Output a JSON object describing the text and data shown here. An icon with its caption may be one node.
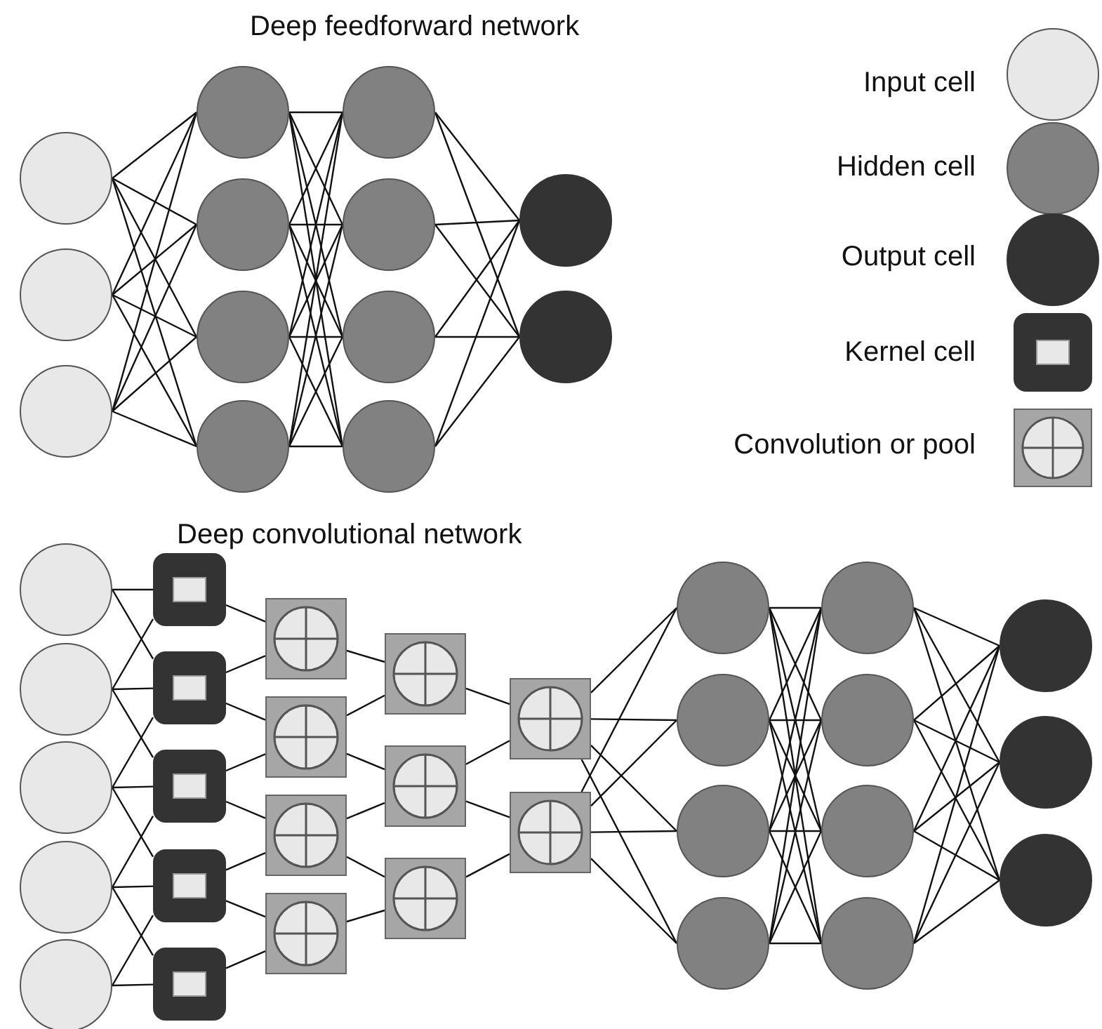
{
  "diagram": {
    "nodes": [
      {
        "text": [],
        "shape": "circle"
      },
      {
        "text": [],
        "shape": "circle"
      },
      {
        "text": [],
        "shape": "circle"
      },
      {
        "text": [],
        "shape": "circle"
      },
      {
        "text": [],
        "shape": "circle"
      },
      {
        "text": [],
        "shape": "circle"
      },
      {
        "text": [],
        "shape": "circle"
      },
      {
        "text": [],
        "shape": "circle"
      },
      {
        "text": [],
        "shape": "circle"
      },
      {
        "text": [],
        "shape": "circle"
      },
      {
        "text": [],
        "shape": "circle"
      },
      {
        "text": [],
        "shape": "circle"
      },
      {
        "text": [],
        "shape": "circle"
      },
      {
        "text": [],
        "shape": "circle"
      },
      {
        "text": [],
        "shape": "circle"
      },
      {
        "text": [],
        "shape": "circle"
      },
      {
        "text": [],
        "shape": "circle"
      },
      {
        "text": [],
        "shape": "circle"
      },
      {
        "text": [],
        "shape": "box"
      },
      {
        "text": [],
        "shape": "box"
      },
      {
        "text": [],
        "shape": "box"
      },
      {
        "text": [],
        "shape": "box"
      },
      {
        "text": [],
        "shape": "box"
      },
      {
        "text": [],
        "shape": "box"
      },
      {
        "text": [],
        "shape": "box"
      },
      {
        "text": [],
        "shape": "box"
      },
      {
        "text": [],
        "shape": "box"
      },
      {
        "text": [],
        "shape": "box"
      },
      {
        "text": [],
        "shape": "box"
      },
      {
        "text": [],
        "shape": "box"
      },
      {
        "text": [],
        "shape": "box"
      },
      {
        "text": [],
        "shape": "box"
      },
      {
        "text": [],
        "shape": "circle"
      },
      {
        "text": [],
        "shape": "circle"
      },
      {
        "text": [],
        "shape": "circle"
      },
      {
        "text": [],
        "shape": "circle"
      },
      {
        "text": [],
        "shape": "circle"
      },
      {
        "text": [],
        "shape": "circle"
      },
      {
        "text": [],
        "shape": "circle"
      },
      {
        "text": [],
        "shape": "circle"
      },
      {
        "text": [],
        "shape": "circle"
      },
      {
        "text": [],
        "shape": "circle"
      },
      {
        "text": [],
        "shape": "circle"
      }
    ],
    "edges": [
      {
        "from": 0,
        "to": 3,
        "arrow": "none"
      },
      {
        "from": 0,
        "to": 4,
        "arrow": "none"
      },
      {
        "from": 0,
        "to": 5,
        "arrow": "none"
      },
      {
        "from": 0,
        "to": 6,
        "arrow": "none"
      },
      {
        "from": 1,
        "to": 3,
        "arrow": "none"
      },
      {
        "from": 1,
        "to": 4,
        "arrow": "none"
      },
      {
        "from": 1,
        "to": 5,
        "arrow": "none"
      },
      {
        "from": 1,
        "to": 6,
        "arrow": "none"
      },
      {
        "from": 2,
        "to": 3,
        "arrow": "none"
      },
      {
        "from": 2,
        "to": 4,
        "arrow": "none"
      },
      {
        "from": 2,
        "to": 5,
        "arrow": "none"
      },
      {
        "from": 2,
        "to": 6,
        "arrow": "none"
      },
      {
        "from": 3,
        "to": 7,
        "arrow": "none"
      },
      {
        "from": 3,
        "to": 8,
        "arrow": "none"
      },
      {
        "from": 3,
        "to": 9,
        "arrow": "none"
      },
      {
        "from": 3,
        "to": 10,
        "arrow": "none"
      },
      {
        "from": 4,
        "to": 7,
        "arrow": "none"
      },
      {
        "from": 4,
        "to": 8,
        "arrow": "none"
      },
      {
        "from": 4,
        "to": 9,
        "arrow": "none"
      },
      {
        "from": 4,
        "to": 10,
        "arrow": "none"
      },
      {
        "from": 5,
        "to": 7,
        "arrow": "none"
      },
      {
        "from": 5,
        "to": 8,
        "arrow": "none"
      },
      {
        "from": 5,
        "to": 9,
        "arrow": "none"
      },
      {
        "from": 5,
        "to": 10,
        "arrow": "none"
      },
      {
        "from": 6,
        "to": 7,
        "arrow": "none"
      },
      {
        "from": 6,
        "to": 8,
        "arrow": "none"
      },
      {
        "from": 6,
        "to": 9,
        "arrow": "none"
      },
      {
        "from": 6,
        "to": 10,
        "arrow": "none"
      },
      {
        "from": 7,
        "to": 11,
        "arrow": "none"
      },
      {
        "from": 7,
        "to": 12,
        "arrow": "none"
      },
      {
        "from": 8,
        "to": 11,
        "arrow": "none"
      },
      {
        "from": 8,
        "to": 12,
        "arrow": "none"
      },
      {
        "from": 9,
        "to": 11,
        "arrow": "none"
      },
      {
        "from": 9,
        "to": 12,
        "arrow": "none"
      },
      {
        "from": 10,
        "to": 11,
        "arrow": "none"
      },
      {
        "from": 10,
        "to": 12,
        "arrow": "none"
      },
      {
        "from": 13,
        "to": 18,
        "arrow": "none"
      },
      {
        "from": 13,
        "to": 19,
        "arrow": "none"
      },
      {
        "from": 14,
        "to": 18,
        "arrow": "none"
      },
      {
        "from": 14,
        "to": 19,
        "arrow": "none"
      },
      {
        "from": 14,
        "to": 20,
        "arrow": "none"
      },
      {
        "from": 15,
        "to": 19,
        "arrow": "none"
      },
      {
        "from": 15,
        "to": 20,
        "arrow": "none"
      },
      {
        "from": 15,
        "to": 21,
        "arrow": "none"
      },
      {
        "from": 16,
        "to": 20,
        "arrow": "none"
      },
      {
        "from": 16,
        "to": 21,
        "arrow": "none"
      },
      {
        "from": 16,
        "to": 22,
        "arrow": "none"
      },
      {
        "from": 17,
        "to": 21,
        "arrow": "none"
      },
      {
        "from": 17,
        "to": 22,
        "arrow": "none"
      },
      {
        "from": 18,
        "to": 23,
        "arrow": "none"
      },
      {
        "from": 19,
        "to": 23,
        "arrow": "none"
      },
      {
        "from": 19,
        "to": 24,
        "arrow": "none"
      },
      {
        "from": 20,
        "to": 24,
        "arrow": "none"
      },
      {
        "from": 20,
        "to": 25,
        "arrow": "none"
      },
      {
        "from": 21,
        "to": 25,
        "arrow": "none"
      },
      {
        "from": 21,
        "to": 26,
        "arrow": "none"
      },
      {
        "from": 22,
        "to": 26,
        "arrow": "none"
      },
      {
        "from": 23,
        "to": 27,
        "arrow": "none"
      },
      {
        "from": 24,
        "to": 27,
        "arrow": "none"
      },
      {
        "from": 24,
        "to": 28,
        "arrow": "none"
      },
      {
        "from": 25,
        "to": 28,
        "arrow": "none"
      },
      {
        "from": 25,
        "to": 29,
        "arrow": "none"
      },
      {
        "from": 26,
        "to": 29,
        "arrow": "none"
      },
      {
        "from": 27,
        "to": 30,
        "arrow": "none"
      },
      {
        "from": 28,
        "to": 30,
        "arrow": "none"
      },
      {
        "from": 28,
        "to": 31,
        "arrow": "none"
      },
      {
        "from": 29,
        "to": 31,
        "arrow": "none"
      },
      {
        "from": 30,
        "to": 32,
        "arrow": "none"
      },
      {
        "from": 30,
        "to": 33,
        "arrow": "none"
      },
      {
        "from": 30,
        "to": 34,
        "arrow": "none"
      },
      {
        "from": 30,
        "to": 35,
        "arrow": "none"
      },
      {
        "from": 31,
        "to": 32,
        "arrow": "none"
      },
      {
        "from": 31,
        "to": 33,
        "arrow": "none"
      },
      {
        "from": 31,
        "to": 34,
        "arrow": "none"
      },
      {
        "from": 31,
        "to": 35,
        "arrow": "none"
      },
      {
        "from": 32,
        "to": 36,
        "arrow": "none"
      },
      {
        "from": 32,
        "to": 37,
        "arrow": "none"
      },
      {
        "from": 32,
        "to": 38,
        "arrow": "none"
      },
      {
        "from": 32,
        "to": 39,
        "arrow": "none"
      },
      {
        "from": 33,
        "to": 36,
        "arrow": "none"
      },
      {
        "from": 33,
        "to": 37,
        "arrow": "none"
      },
      {
        "from": 33,
        "to": 38,
        "arrow": "none"
      },
      {
        "from": 33,
        "to": 39,
        "arrow": "none"
      },
      {
        "from": 34,
        "to": 36,
        "arrow": "none"
      },
      {
        "from": 34,
        "to": 37,
        "arrow": "none"
      },
      {
        "from": 34,
        "to": 38,
        "arrow": "none"
      },
      {
        "from": 34,
        "to": 39,
        "arrow": "none"
      },
      {
        "from": 35,
        "to": 36,
        "arrow": "none"
      },
      {
        "from": 35,
        "to": 37,
        "arrow": "none"
      },
      {
        "from": 35,
        "to": 38,
        "arrow": "none"
      },
      {
        "from": 35,
        "to": 39,
        "arrow": "none"
      },
      {
        "from": 36,
        "to": 40,
        "arrow": "none"
      },
      {
        "from": 36,
        "to": 41,
        "arrow": "none"
      },
      {
        "from": 36,
        "to": 42,
        "arrow": "none"
      },
      {
        "from": 37,
        "to": 40,
        "arrow": "none"
      },
      {
        "from": 37,
        "to": 41,
        "arrow": "none"
      },
      {
        "from": 37,
        "to": 42,
        "arrow": "none"
      },
      {
        "from": 38,
        "to": 40,
        "arrow": "none"
      },
      {
        "from": 38,
        "to": 41,
        "arrow": "none"
      },
      {
        "from": 38,
        "to": 42,
        "arrow": "none"
      },
      {
        "from": 39,
        "to": 40,
        "arrow": "none"
      },
      {
        "from": 39,
        "to": 41,
        "arrow": "none"
      },
      {
        "from": 39,
        "to": 42,
        "arrow": "none"
      }
    ],
    "labels": [
      "Deep feedforward network",
      "Deep convolutional network"
    ],
    "legend": [
      {
        "text": "Input cell"
      },
      {
        "text": "Hidden cell"
      },
      {
        "text": "Output cell"
      },
      {
        "text": "Kernel cell"
      },
      {
        "text": "Convolution or pool"
      }
    ]
  }
}
